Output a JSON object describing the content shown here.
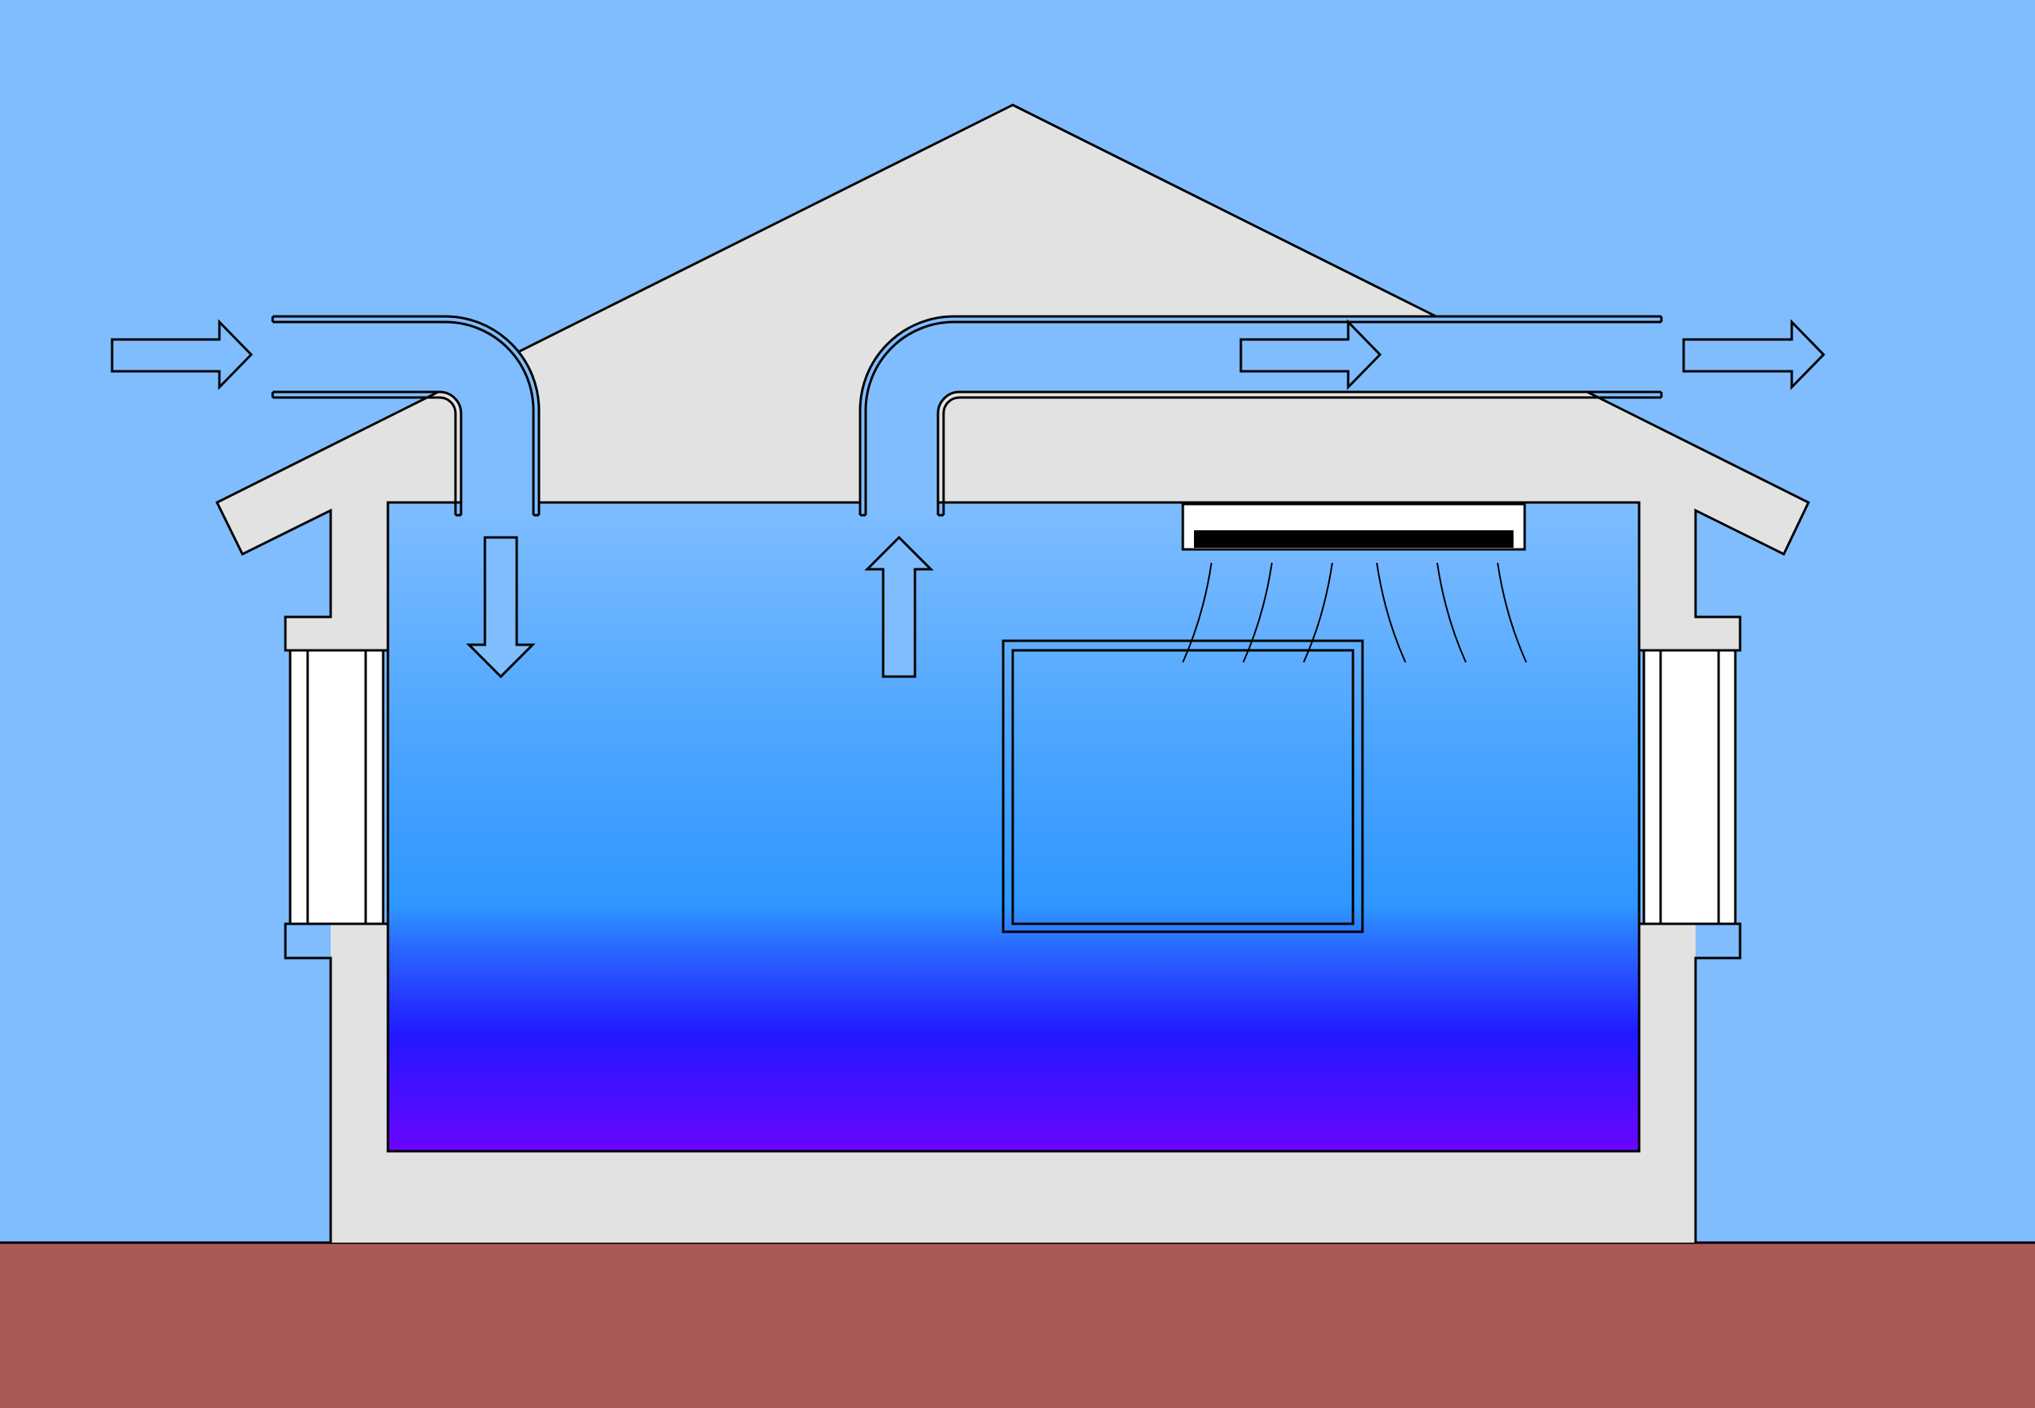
{
  "diagram": {
    "colors": {
      "sky": "#7fbdff",
      "ground": "#aa5858",
      "house": "#e2e2e2",
      "outline": "#000000",
      "duct": "#7fbdff",
      "window_glass": "#ffffff",
      "ac_unit": "#ffffff",
      "ac_vent": "#000000",
      "arrow_fill": "#7fbdff",
      "room_gradient": [
        "#7fbdff",
        "#4ea6ff",
        "#2f97ff",
        "#2a6cff",
        "#2219ff",
        "#6a05ff"
      ]
    },
    "elements": [
      "sky",
      "ground",
      "house-section",
      "roof",
      "room-interior",
      "intake-duct",
      "exhaust-duct",
      "ceiling-air-conditioner",
      "cool-air-flow-lines",
      "wall-picture-frame",
      "left-window",
      "right-window",
      "outside-air-in-arrow",
      "supply-air-down-arrow",
      "return-air-up-arrow",
      "duct-flow-arrow",
      "exhaust-air-out-arrow"
    ]
  }
}
